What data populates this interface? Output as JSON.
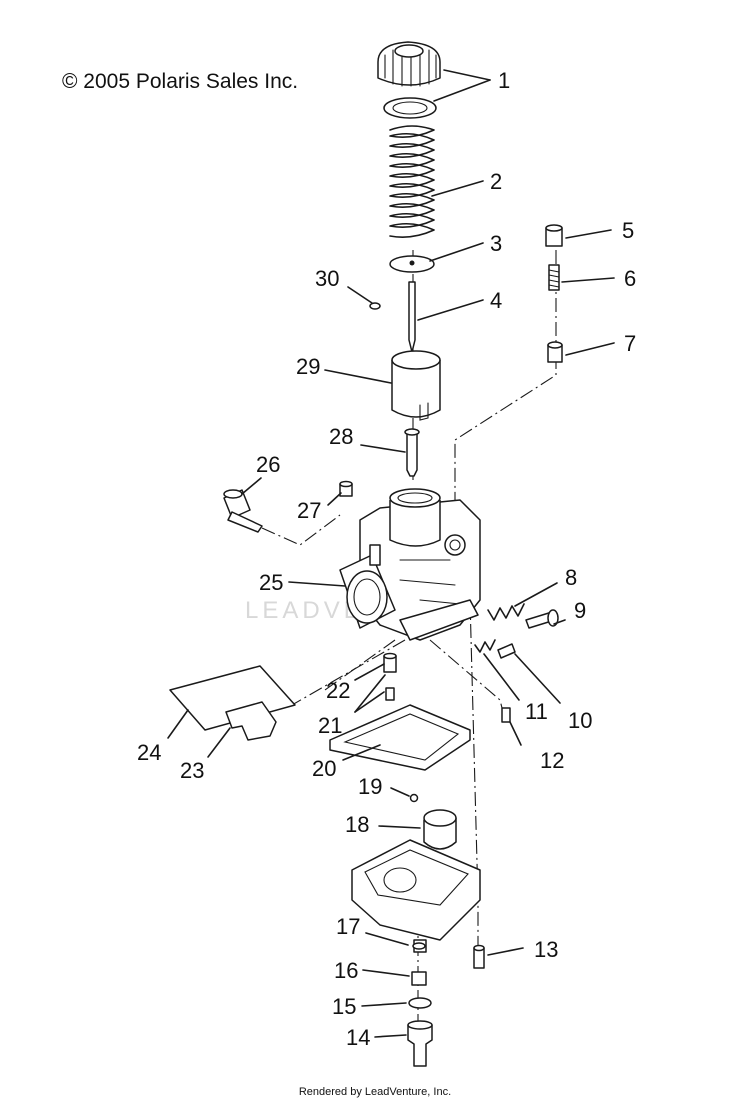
{
  "copyright": "© 2005 Polaris Sales Inc.",
  "watermark": "LEADVENTURE",
  "footer": "Rendered by LeadVenture, Inc.",
  "callouts": [
    {
      "ref": "1"
    },
    {
      "ref": "2"
    },
    {
      "ref": "3"
    },
    {
      "ref": "4"
    },
    {
      "ref": "5"
    },
    {
      "ref": "6"
    },
    {
      "ref": "7"
    },
    {
      "ref": "8"
    },
    {
      "ref": "9"
    },
    {
      "ref": "10"
    },
    {
      "ref": "11"
    },
    {
      "ref": "12"
    },
    {
      "ref": "13"
    },
    {
      "ref": "14"
    },
    {
      "ref": "15"
    },
    {
      "ref": "16"
    },
    {
      "ref": "17"
    },
    {
      "ref": "18"
    },
    {
      "ref": "19"
    },
    {
      "ref": "20"
    },
    {
      "ref": "21"
    },
    {
      "ref": "22"
    },
    {
      "ref": "23"
    },
    {
      "ref": "24"
    },
    {
      "ref": "25"
    },
    {
      "ref": "26"
    },
    {
      "ref": "27"
    },
    {
      "ref": "28"
    },
    {
      "ref": "29"
    },
    {
      "ref": "30"
    }
  ]
}
